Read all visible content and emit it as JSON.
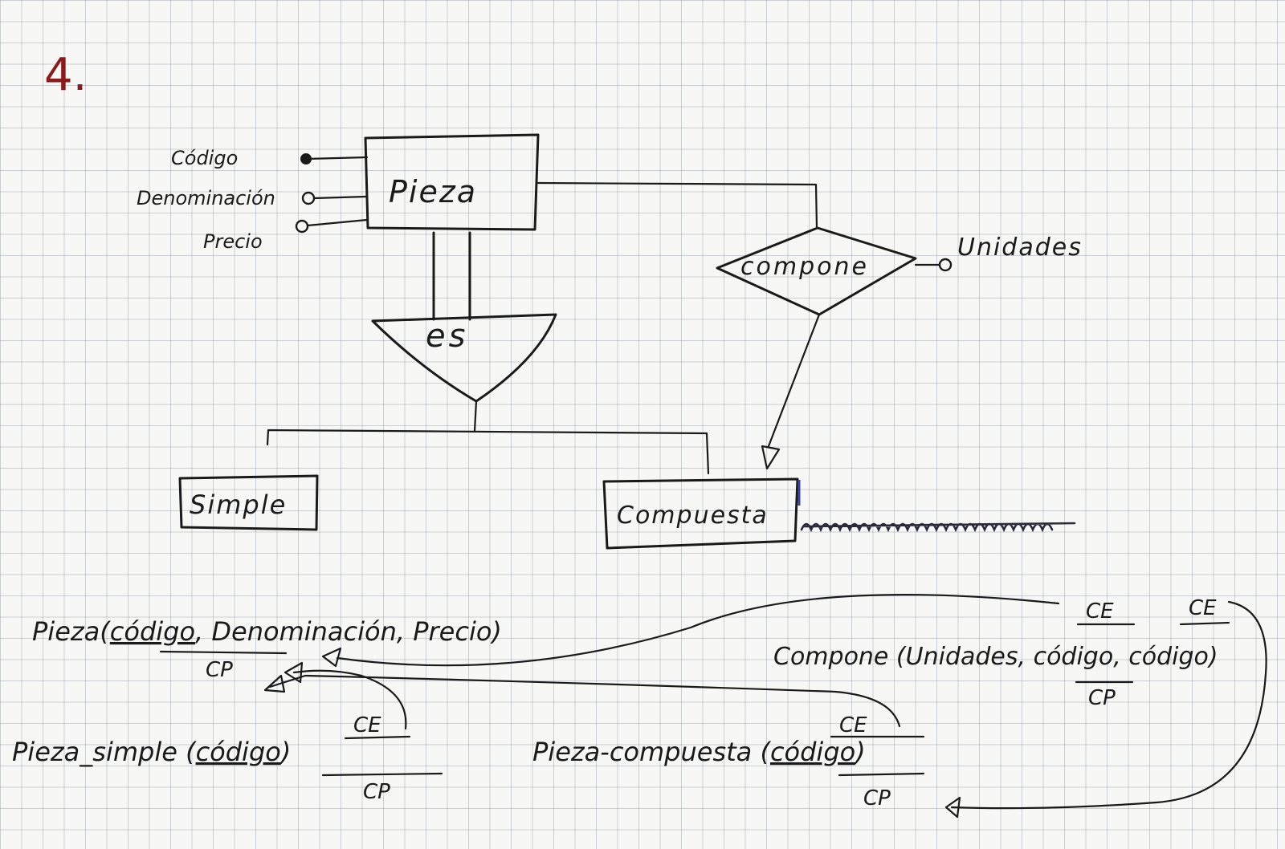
{
  "exercise_number": "4.",
  "entities": {
    "pieza": "Pieza",
    "simple": "Simple",
    "compuesta": "Compuesta"
  },
  "attributes": {
    "codigo": "Código",
    "denominacion": "Denominación",
    "precio": "Precio",
    "unidades": "Unidades"
  },
  "relationships": {
    "compone": "compone",
    "es": "es"
  },
  "schema": {
    "pieza": {
      "name": "Pieza(",
      "key": "código",
      "rest": ", Denominación, Precio)",
      "pk": "CP"
    },
    "compone": {
      "name": "Compone (Unidades, ",
      "fields": "código, código)",
      "fk1": "CE",
      "fk2": "CE",
      "pk": "CP"
    },
    "pieza_simple": {
      "name": "Pieza_simple (",
      "key": "código",
      "close": ")",
      "fk": "CE",
      "pk": "CP"
    },
    "pieza_compuesta": {
      "name": "Pieza-compuesta (",
      "key": "código",
      "close": ")",
      "fk": "CE",
      "pk": "CP"
    }
  }
}
